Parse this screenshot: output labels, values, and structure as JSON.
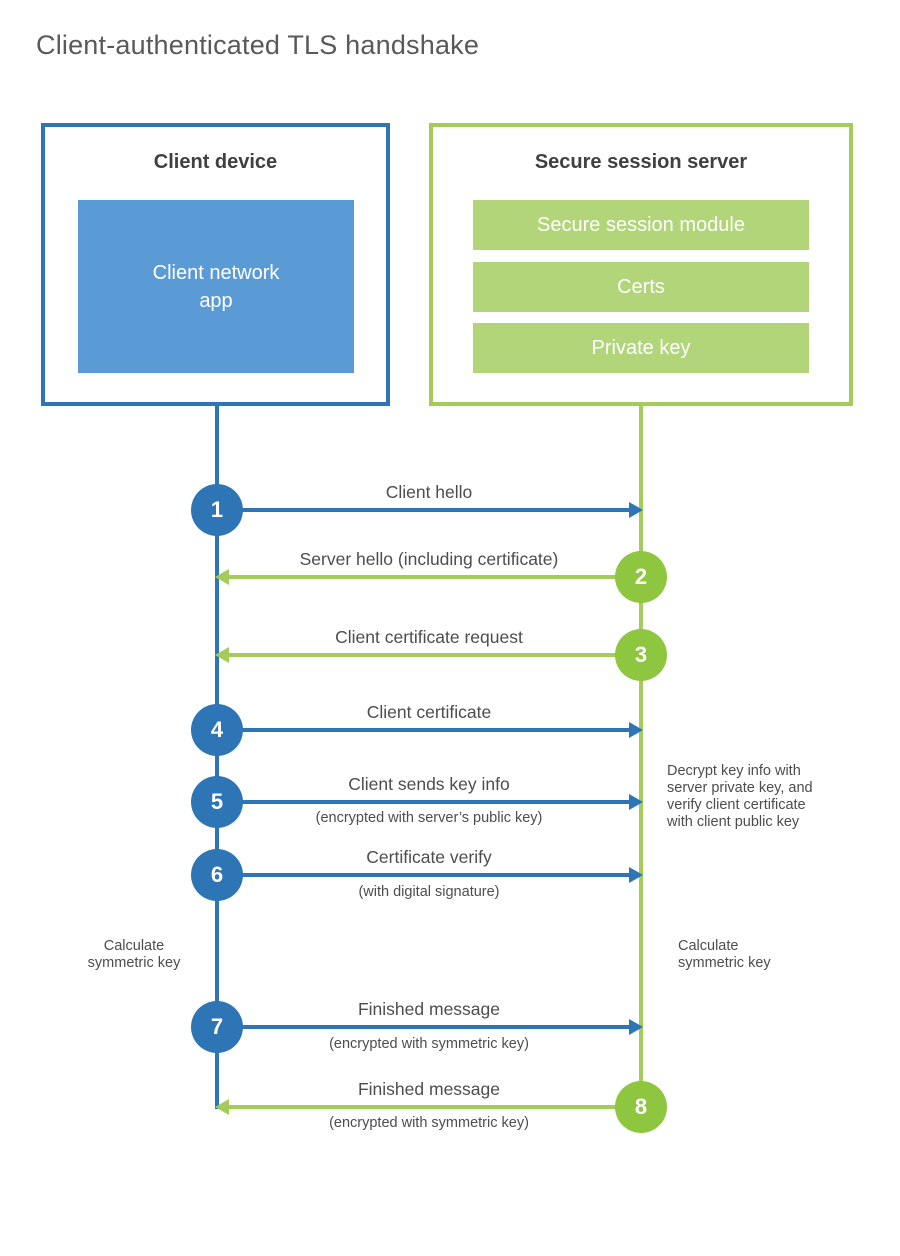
{
  "title": "Client-authenticated TLS handshake",
  "colors": {
    "blue_stroke": "#2e75b6",
    "blue_fill": "#5b9bd5",
    "green_stroke": "#a3cd58",
    "green_fill": "#b2d57a",
    "green_circle": "#8fc63f",
    "text": "#4d4d4d"
  },
  "client": {
    "title": "Client device",
    "app": "Client network\napp"
  },
  "server": {
    "title": "Secure session server",
    "modules": [
      "Secure session module",
      "Certs",
      "Private key"
    ]
  },
  "messages": [
    {
      "num": "1",
      "label": "Client hello",
      "sublabel": "",
      "from": "client",
      "to": "server"
    },
    {
      "num": "2",
      "label": "Server hello (including certificate)",
      "sublabel": "",
      "from": "server",
      "to": "client"
    },
    {
      "num": "3",
      "label": "Client certificate request",
      "sublabel": "",
      "from": "server",
      "to": "client"
    },
    {
      "num": "4",
      "label": "Client certificate",
      "sublabel": "",
      "from": "client",
      "to": "server"
    },
    {
      "num": "5",
      "label": "Client sends key info",
      "sublabel": "(encrypted with server’s public key)",
      "from": "client",
      "to": "server"
    },
    {
      "num": "6",
      "label": "Certificate verify",
      "sublabel": "(with digital signature)",
      "from": "client",
      "to": "server"
    },
    {
      "num": "7",
      "label": "Finished message",
      "sublabel": "(encrypted with symmetric key)",
      "from": "client",
      "to": "server"
    },
    {
      "num": "8",
      "label": "Finished message",
      "sublabel": "(encrypted with symmetric key)",
      "from": "server",
      "to": "client"
    }
  ],
  "annotations": {
    "decrypt_note": "Decrypt key info with\nserver private key, and\nverify client certificate\nwith client public key",
    "calc_left": "Calculate\nsymmetric key",
    "calc_right": "Calculate\nsymmetric key"
  }
}
